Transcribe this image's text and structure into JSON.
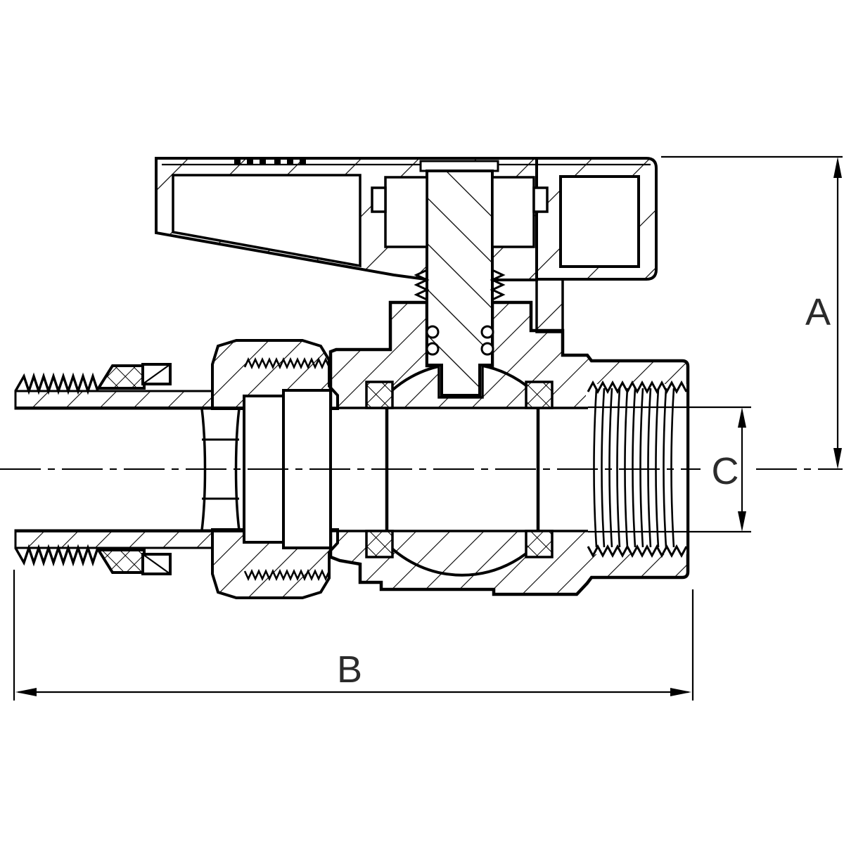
{
  "canvas": {
    "background": "#ffffff",
    "ink": "#000000",
    "label_color": "#2b2b2b"
  },
  "dimensions": {
    "a_label": "A",
    "b_label": "B",
    "c_label": "C"
  }
}
